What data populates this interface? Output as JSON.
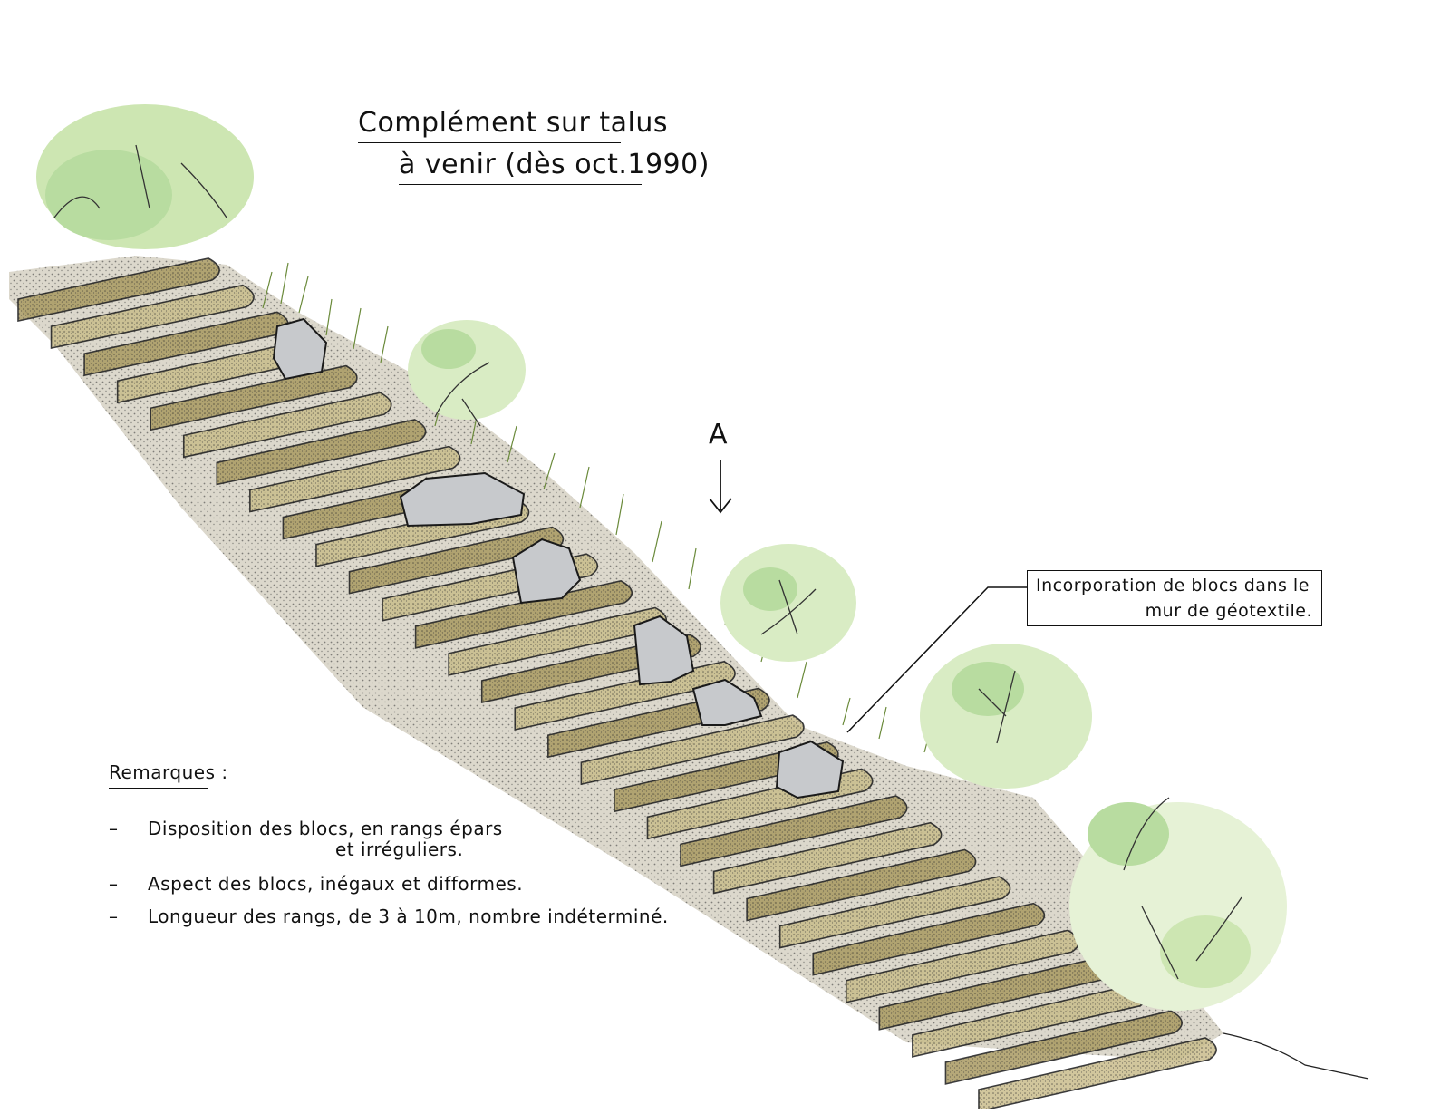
{
  "title": {
    "line1": "Complément sur talus",
    "line2": "à venir (dès oct.1990)"
  },
  "section_marker": "A",
  "callout": {
    "line1": "Incorporation de blocs dans le",
    "line2": "mur de géotextile."
  },
  "remarks": {
    "title": "Remarques :",
    "bullet": "–",
    "items": [
      {
        "line1": "Disposition des blocs, en rangs épars",
        "line2": "et irréguliers."
      },
      {
        "line1": "Aspect des blocs, inégaux et difformes."
      },
      {
        "line1": "Longueur des rangs, de 3 à 10m, nombre indéterminé."
      }
    ]
  },
  "colors": {
    "soil": "#c9bd8c",
    "soil_dark": "#a99a62",
    "gravel": "#dcd8cc",
    "rock": "#c7c9cc",
    "foliage": "#cde6b2",
    "foliage_light": "#e6f2d6",
    "ink": "#1a1a1a"
  }
}
